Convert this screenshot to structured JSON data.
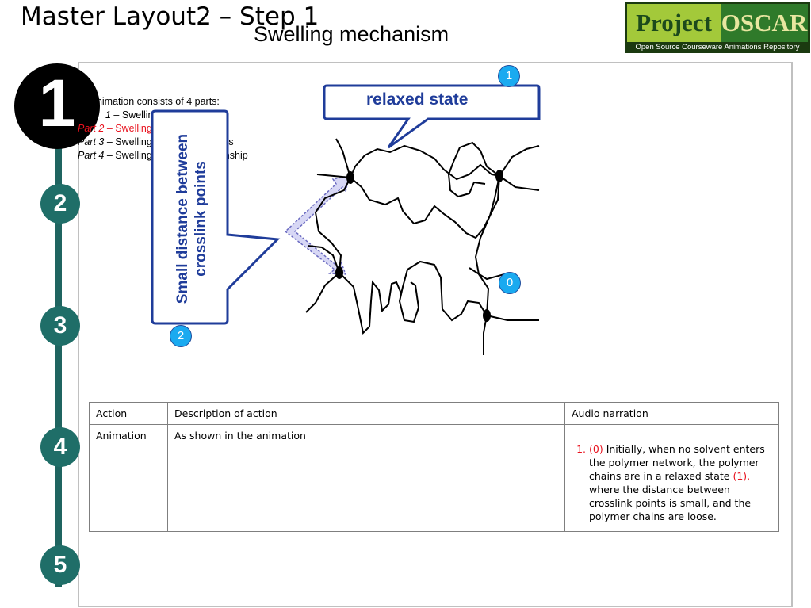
{
  "header": {
    "master_title": "Master Layout2 – Step 1",
    "page_title": "Swelling mechanism"
  },
  "logo": {
    "word1": "Project",
    "word2": "OSCAR",
    "tagline": "Open Source Courseware Animations Repository",
    "colors": {
      "word1_bg": "#a3c93a",
      "word2_bg": "#2f7a2a",
      "frame": "#1b3a10"
    }
  },
  "steps": [
    "1",
    "2",
    "3",
    "4",
    "5"
  ],
  "intro": {
    "line0": "animation consists of 4 parts:",
    "parts": [
      {
        "num": "1",
        "name": "Swelling Definition"
      },
      {
        "num": "Part 2",
        "name": "Swelling Mechanism"
      },
      {
        "num": "Part 3",
        "name": "Swelling in polyelectrolytes"
      },
      {
        "num": "Part 4",
        "name": "Swelling-Elasticity relationship"
      }
    ],
    "sep": " – "
  },
  "animation": {
    "relaxed_label": "relaxed state",
    "distance_label": "Small distance between crosslink points",
    "markers": [
      "1",
      "0",
      "2"
    ],
    "colors": {
      "callout_border": "#1f3c9a",
      "marker_fill": "#1aaaf0",
      "arrow_fill": "#d7d7f5"
    }
  },
  "table": {
    "headers": [
      "Action",
      "Description of action",
      "Audio narration"
    ],
    "row": {
      "action": "Animation",
      "description": "As shown in the animation",
      "narration_ref0": "(0)",
      "narration_text1": " Initially, when no solvent enters the polymer network, the polymer chains are in a relaxed state ",
      "narration_ref1": "(1),",
      "narration_text2": " where the distance between crosslink points is small, and the polymer chains are loose."
    }
  }
}
